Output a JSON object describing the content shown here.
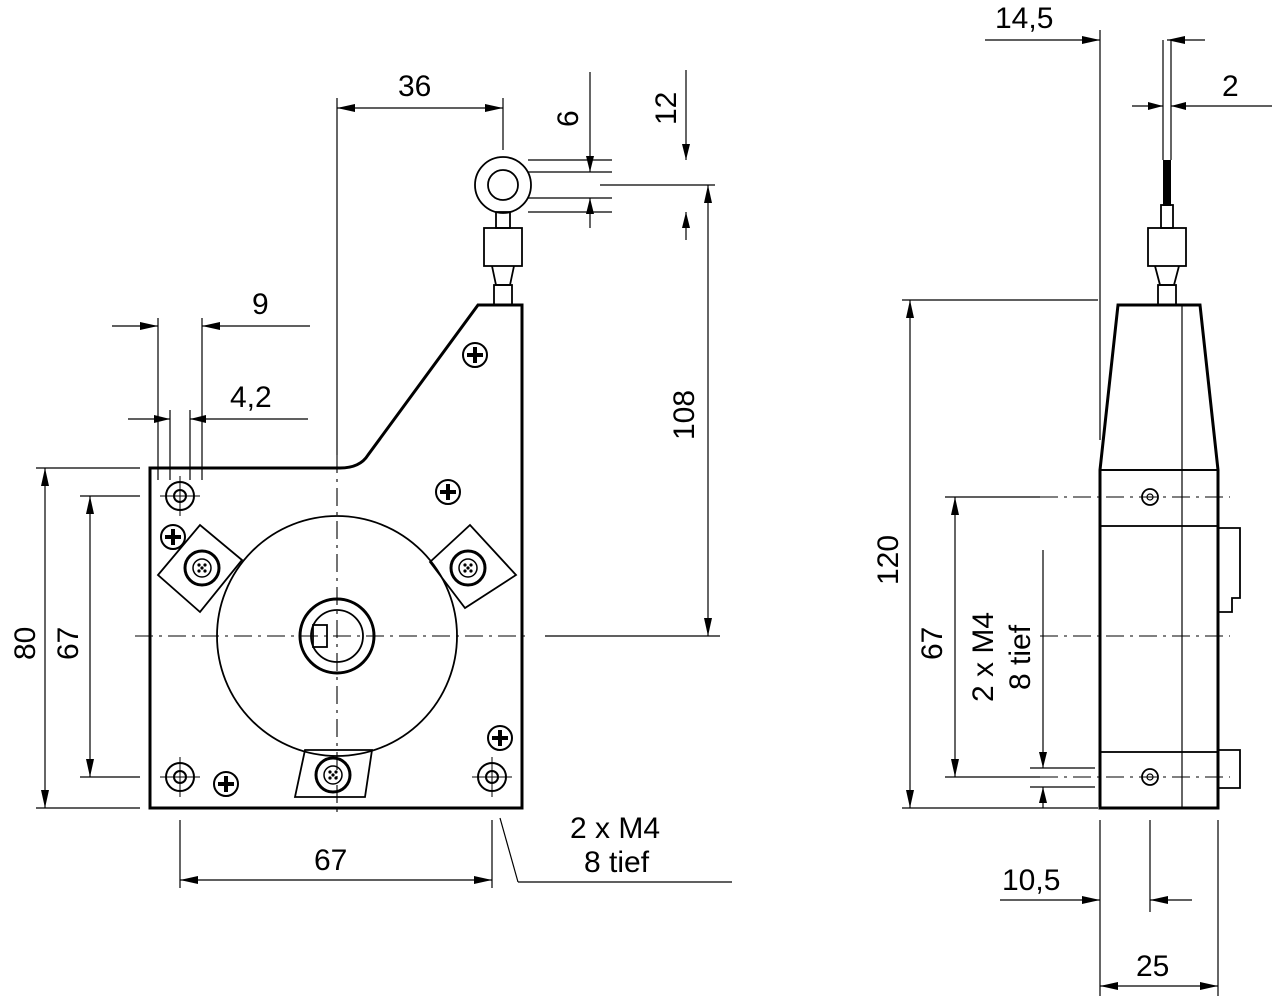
{
  "front_view": {
    "dim_36": "36",
    "dim_6": "6",
    "dim_12": "12",
    "dim_9": "9",
    "dim_4_2": "4,2",
    "dim_108": "108",
    "dim_80": "80",
    "dim_67_vertical": "67",
    "dim_67_horizontal": "67",
    "thread_note_line1": "2 x M4",
    "thread_note_line2": "8 tief"
  },
  "side_view": {
    "dim_14_5": "14,5",
    "dim_2": "2",
    "dim_120": "120",
    "dim_67": "67",
    "thread_note_line1": "2 x M4",
    "thread_note_line2": "8 tief",
    "dim_10_5": "10,5",
    "dim_25": "25"
  },
  "colors": {
    "line": "#000000",
    "background": "#ffffff"
  }
}
